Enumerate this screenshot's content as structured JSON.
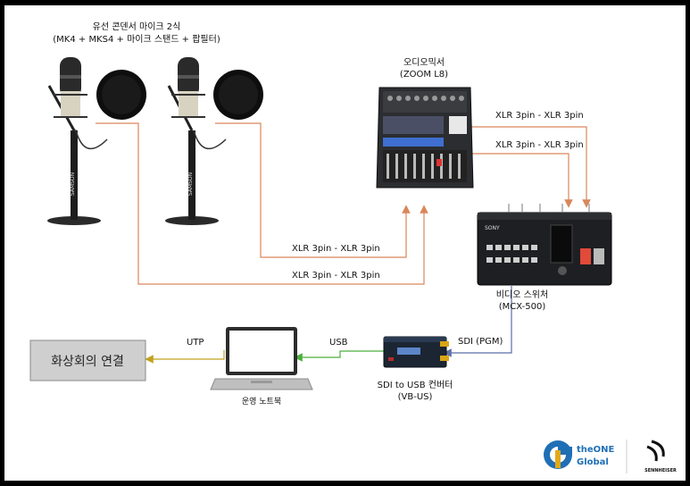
{
  "mics": {
    "title": "유선 콘덴서 마이크 2식",
    "subtitle": "(MK4 + MKS4 + 마이크 스탠드 + 팝필터)"
  },
  "mixer": {
    "title": "오디오믹서",
    "model": "(ZOOM L8)"
  },
  "switcher": {
    "title": "비디오 스위처",
    "model": "(MCX-500)",
    "brand": "SONY"
  },
  "converter": {
    "title": "SDI to USB 컨버터",
    "model": "(VB-US)"
  },
  "laptop": {
    "title": "운영 노트북"
  },
  "video_conf": {
    "label": "화상회의 연결"
  },
  "connections": {
    "xlr_1": "XLR 3pin - XLR 3pin",
    "xlr_2": "XLR 3pin - XLR 3pin",
    "xlr_3": "XLR 3pin - XLR 3pin",
    "xlr_4": "XLR 3pin - XLR 3pin",
    "sdi": "SDI (PGM)",
    "usb": "USB",
    "utp": "UTP"
  },
  "logos": {
    "theone_line1": "theONE",
    "theone_line2": "Global",
    "sennheiser": "SENNHEISER"
  },
  "colors": {
    "xlr_line": "#d9875a",
    "sdi_line": "#5b6fa8",
    "usb_line": "#4caf3c",
    "utp_line": "#c2a21f",
    "box_fill": "#cfcfcf",
    "theone_blue": "#1f6fb5",
    "theone_gold": "#e0a91b"
  }
}
